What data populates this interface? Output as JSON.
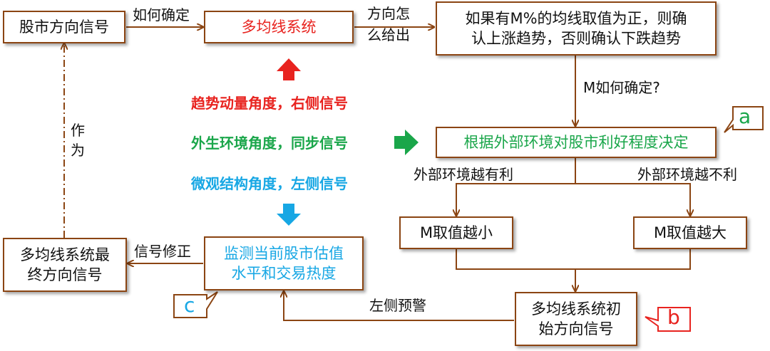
{
  "nodes": {
    "stock_signal": "股市方向信号",
    "ma_system": "多均线系统",
    "rule_line1": "如果有M%的均线取值为正，则确",
    "rule_line2": "认上涨趋势，否则确认下跌趋势",
    "external_env": "根据外部环境对股市利好程度决定",
    "m_small": "M取值越小",
    "m_large": "M取值越大",
    "initial_line1": "多均线系统初",
    "initial_line2": "始方向信号",
    "monitor_line1": "监测当前股市估值",
    "monitor_line2": "水平和交易热度",
    "final_line1": "多均线系统最",
    "final_line2": "终方向信号"
  },
  "edge_labels": {
    "how_determine": "如何确定",
    "how_give_line1": "方向怎",
    "how_give_line2": "么给出",
    "m_how": "M如何确定?",
    "favorable": "外部环境越有利",
    "unfavorable": "外部环境越不利",
    "left_warning": "左侧预警",
    "signal_correction": "信号修正",
    "as_line1": "作",
    "as_line2": "为"
  },
  "perspectives": {
    "trend": "趋势动量角度，右侧信号",
    "exogenous": "外生环境角度，同步信号",
    "micro": "微观结构角度，左侧信号"
  },
  "callouts": {
    "a": "a",
    "b": "b",
    "c": "c"
  },
  "colors": {
    "border": "#8B4513",
    "red": "#e8231f",
    "green": "#1aa64a",
    "blue": "#17a7e4"
  }
}
